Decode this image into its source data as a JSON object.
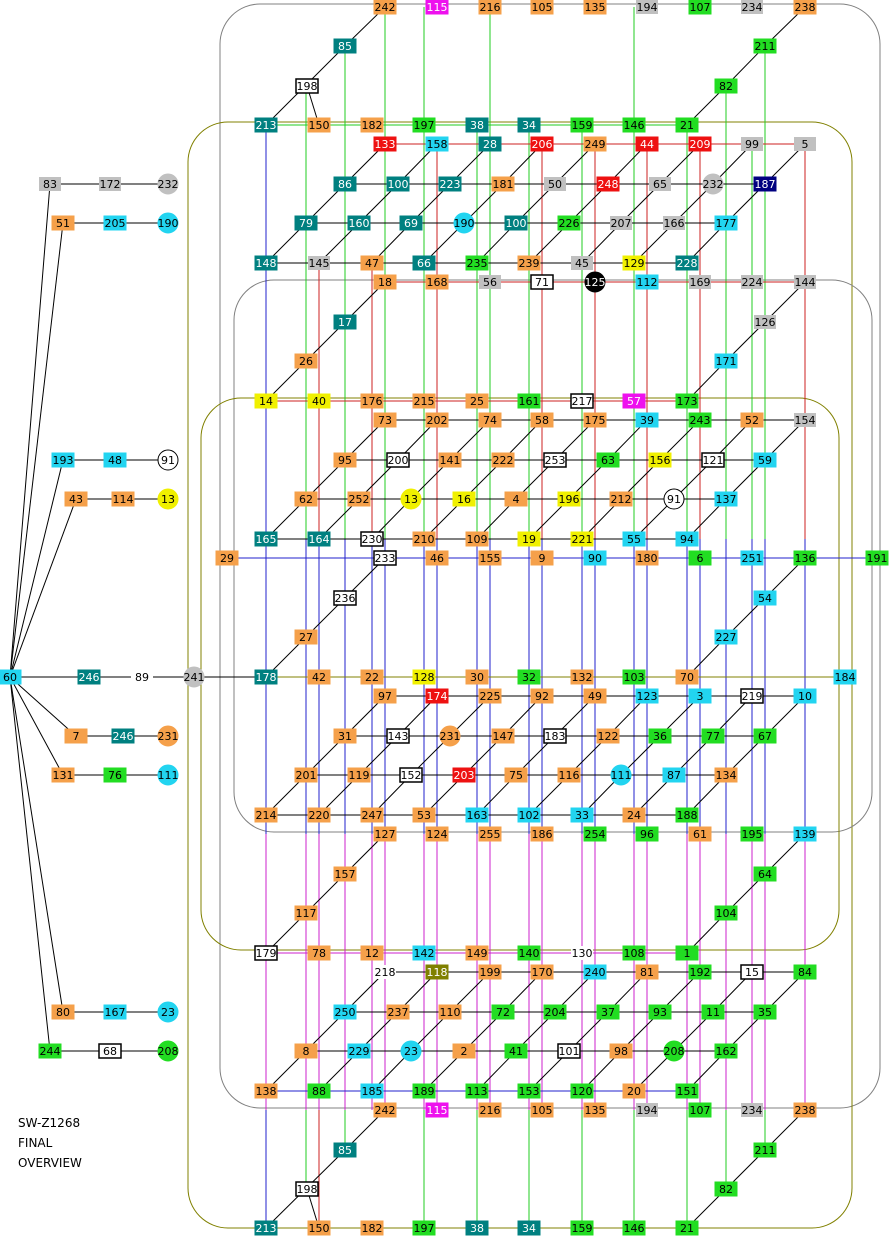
{
  "caption": [
    "SW-Z1268",
    "FINAL",
    "OVERVIEW"
  ],
  "colors": {
    "orange": "#f5a04a",
    "teal": "#008080",
    "green": "#22dd22",
    "cyan": "#22d4f0",
    "gray": "#c0c0c0",
    "red": "#ee1111",
    "magenta": "#ee11ee",
    "yellow": "#f0f000",
    "navy": "#000080",
    "olive": "#808000",
    "black": "#000000",
    "white": "#ffffff",
    "line_red": "#cc2222",
    "line_blue": "#2222cc",
    "line_green": "#22cc22",
    "line_magenta": "#cc22cc",
    "line_olive": "#808000",
    "line_black": "#000000",
    "line_gray": "#808080"
  },
  "nodes": [
    {
      "id": "242",
      "fill": "orange"
    },
    {
      "id": "115",
      "fill": "magenta"
    },
    {
      "id": "216",
      "fill": "orange"
    },
    {
      "id": "105",
      "fill": "orange"
    },
    {
      "id": "135",
      "fill": "orange"
    },
    {
      "id": "194",
      "fill": "gray"
    },
    {
      "id": "107",
      "fill": "green"
    },
    {
      "id": "234",
      "fill": "gray"
    },
    {
      "id": "238",
      "fill": "orange"
    },
    {
      "id": "85",
      "fill": "teal"
    },
    {
      "id": "211",
      "fill": "green"
    },
    {
      "id": "198",
      "fill": "white"
    },
    {
      "id": "82",
      "fill": "green"
    },
    {
      "id": "213",
      "fill": "teal"
    },
    {
      "id": "150",
      "fill": "orange"
    },
    {
      "id": "182",
      "fill": "orange"
    },
    {
      "id": "197",
      "fill": "green"
    },
    {
      "id": "38",
      "fill": "teal"
    },
    {
      "id": "34",
      "fill": "teal"
    },
    {
      "id": "159",
      "fill": "green"
    },
    {
      "id": "146",
      "fill": "green"
    },
    {
      "id": "21",
      "fill": "green"
    },
    {
      "id": "133",
      "fill": "red"
    },
    {
      "id": "158",
      "fill": "cyan"
    },
    {
      "id": "28",
      "fill": "teal"
    },
    {
      "id": "206",
      "fill": "red"
    },
    {
      "id": "249",
      "fill": "orange"
    },
    {
      "id": "44",
      "fill": "red"
    },
    {
      "id": "209",
      "fill": "red"
    },
    {
      "id": "99",
      "fill": "gray"
    },
    {
      "id": "5",
      "fill": "gray"
    },
    {
      "id": "83",
      "fill": "gray"
    },
    {
      "id": "172",
      "fill": "gray"
    },
    {
      "id": "232",
      "fill": "gray"
    },
    {
      "id": "86",
      "fill": "teal"
    },
    {
      "id": "100",
      "fill": "teal"
    },
    {
      "id": "223",
      "fill": "teal"
    },
    {
      "id": "181",
      "fill": "orange"
    },
    {
      "id": "50",
      "fill": "gray"
    },
    {
      "id": "248",
      "fill": "red"
    },
    {
      "id": "65",
      "fill": "gray"
    },
    {
      "id": "187",
      "fill": "navy"
    },
    {
      "id": "51",
      "fill": "orange"
    },
    {
      "id": "205",
      "fill": "cyan"
    },
    {
      "id": "190",
      "fill": "cyan"
    },
    {
      "id": "79",
      "fill": "teal"
    },
    {
      "id": "160",
      "fill": "teal"
    },
    {
      "id": "69",
      "fill": "teal"
    },
    {
      "id": "226",
      "fill": "green"
    },
    {
      "id": "207",
      "fill": "gray"
    },
    {
      "id": "166",
      "fill": "gray"
    },
    {
      "id": "177",
      "fill": "cyan"
    },
    {
      "id": "148",
      "fill": "teal"
    },
    {
      "id": "145",
      "fill": "gray"
    },
    {
      "id": "47",
      "fill": "orange"
    },
    {
      "id": "66",
      "fill": "teal"
    },
    {
      "id": "235",
      "fill": "green"
    },
    {
      "id": "239",
      "fill": "orange"
    },
    {
      "id": "45",
      "fill": "gray"
    },
    {
      "id": "129",
      "fill": "yellow"
    },
    {
      "id": "228",
      "fill": "teal"
    },
    {
      "id": "18",
      "fill": "orange"
    },
    {
      "id": "168",
      "fill": "orange"
    },
    {
      "id": "56",
      "fill": "gray"
    },
    {
      "id": "71",
      "fill": "white"
    },
    {
      "id": "125",
      "fill": "black"
    },
    {
      "id": "112",
      "fill": "cyan"
    },
    {
      "id": "169",
      "fill": "gray"
    },
    {
      "id": "224",
      "fill": "gray"
    },
    {
      "id": "144",
      "fill": "gray"
    },
    {
      "id": "17",
      "fill": "teal"
    },
    {
      "id": "126",
      "fill": "gray"
    },
    {
      "id": "26",
      "fill": "orange"
    },
    {
      "id": "171",
      "fill": "cyan"
    },
    {
      "id": "14",
      "fill": "yellow"
    },
    {
      "id": "40",
      "fill": "yellow"
    },
    {
      "id": "176",
      "fill": "orange"
    },
    {
      "id": "215",
      "fill": "orange"
    },
    {
      "id": "25",
      "fill": "orange"
    },
    {
      "id": "161",
      "fill": "green"
    },
    {
      "id": "217",
      "fill": "white"
    },
    {
      "id": "57",
      "fill": "magenta"
    },
    {
      "id": "173",
      "fill": "green"
    },
    {
      "id": "73",
      "fill": "orange"
    },
    {
      "id": "202",
      "fill": "orange"
    },
    {
      "id": "74",
      "fill": "orange"
    },
    {
      "id": "58",
      "fill": "orange"
    },
    {
      "id": "175",
      "fill": "orange"
    },
    {
      "id": "39",
      "fill": "cyan"
    },
    {
      "id": "243",
      "fill": "green"
    },
    {
      "id": "52",
      "fill": "orange"
    },
    {
      "id": "154",
      "fill": "gray"
    },
    {
      "id": "193",
      "fill": "cyan"
    },
    {
      "id": "48",
      "fill": "cyan"
    },
    {
      "id": "91",
      "fill": "white"
    },
    {
      "id": "95",
      "fill": "orange"
    },
    {
      "id": "200",
      "fill": "white"
    },
    {
      "id": "141",
      "fill": "orange"
    },
    {
      "id": "222",
      "fill": "orange"
    },
    {
      "id": "253",
      "fill": "white"
    },
    {
      "id": "63",
      "fill": "green"
    },
    {
      "id": "156",
      "fill": "yellow"
    },
    {
      "id": "121",
      "fill": "white"
    },
    {
      "id": "59",
      "fill": "cyan"
    },
    {
      "id": "43",
      "fill": "orange"
    },
    {
      "id": "114",
      "fill": "orange"
    },
    {
      "id": "13",
      "fill": "yellow"
    },
    {
      "id": "62",
      "fill": "orange"
    },
    {
      "id": "252",
      "fill": "orange"
    },
    {
      "id": "16",
      "fill": "yellow"
    },
    {
      "id": "4",
      "fill": "orange"
    },
    {
      "id": "196",
      "fill": "yellow"
    },
    {
      "id": "212",
      "fill": "orange"
    },
    {
      "id": "137",
      "fill": "cyan"
    },
    {
      "id": "165",
      "fill": "teal"
    },
    {
      "id": "164",
      "fill": "teal"
    },
    {
      "id": "230",
      "fill": "white"
    },
    {
      "id": "210",
      "fill": "orange"
    },
    {
      "id": "109",
      "fill": "orange"
    },
    {
      "id": "19",
      "fill": "yellow"
    },
    {
      "id": "221",
      "fill": "yellow"
    },
    {
      "id": "55",
      "fill": "cyan"
    },
    {
      "id": "94",
      "fill": "cyan"
    },
    {
      "id": "29",
      "fill": "orange"
    },
    {
      "id": "233",
      "fill": "white"
    },
    {
      "id": "46",
      "fill": "orange"
    },
    {
      "id": "155",
      "fill": "orange"
    },
    {
      "id": "9",
      "fill": "orange"
    },
    {
      "id": "90",
      "fill": "cyan"
    },
    {
      "id": "180",
      "fill": "orange"
    },
    {
      "id": "6",
      "fill": "green"
    },
    {
      "id": "251",
      "fill": "cyan"
    },
    {
      "id": "136",
      "fill": "green"
    },
    {
      "id": "191",
      "fill": "green"
    },
    {
      "id": "236",
      "fill": "white"
    },
    {
      "id": "54",
      "fill": "cyan"
    },
    {
      "id": "27",
      "fill": "orange"
    },
    {
      "id": "227",
      "fill": "cyan"
    },
    {
      "id": "60",
      "fill": "cyan"
    },
    {
      "id": "246",
      "fill": "teal"
    },
    {
      "id": "89",
      "fill": "white"
    },
    {
      "id": "241",
      "fill": "gray"
    },
    {
      "id": "178",
      "fill": "teal"
    },
    {
      "id": "42",
      "fill": "orange"
    },
    {
      "id": "22",
      "fill": "orange"
    },
    {
      "id": "128",
      "fill": "yellow"
    },
    {
      "id": "30",
      "fill": "orange"
    },
    {
      "id": "32",
      "fill": "green"
    },
    {
      "id": "132",
      "fill": "orange"
    },
    {
      "id": "103",
      "fill": "green"
    },
    {
      "id": "70",
      "fill": "orange"
    },
    {
      "id": "184",
      "fill": "cyan"
    },
    {
      "id": "97",
      "fill": "orange"
    },
    {
      "id": "174",
      "fill": "red"
    },
    {
      "id": "225",
      "fill": "orange"
    },
    {
      "id": "92",
      "fill": "orange"
    },
    {
      "id": "49",
      "fill": "orange"
    },
    {
      "id": "123",
      "fill": "cyan"
    },
    {
      "id": "3",
      "fill": "cyan"
    },
    {
      "id": "219",
      "fill": "white"
    },
    {
      "id": "10",
      "fill": "cyan"
    },
    {
      "id": "7",
      "fill": "orange"
    },
    {
      "id": "231",
      "fill": "orange"
    },
    {
      "id": "31",
      "fill": "orange"
    },
    {
      "id": "143",
      "fill": "white"
    },
    {
      "id": "147",
      "fill": "orange"
    },
    {
      "id": "183",
      "fill": "white"
    },
    {
      "id": "122",
      "fill": "orange"
    },
    {
      "id": "36",
      "fill": "green"
    },
    {
      "id": "77",
      "fill": "green"
    },
    {
      "id": "67",
      "fill": "green"
    },
    {
      "id": "131",
      "fill": "orange"
    },
    {
      "id": "76",
      "fill": "green"
    },
    {
      "id": "111",
      "fill": "cyan"
    },
    {
      "id": "201",
      "fill": "orange"
    },
    {
      "id": "119",
      "fill": "orange"
    },
    {
      "id": "152",
      "fill": "white"
    },
    {
      "id": "203",
      "fill": "red"
    },
    {
      "id": "75",
      "fill": "orange"
    },
    {
      "id": "116",
      "fill": "orange"
    },
    {
      "id": "87",
      "fill": "cyan"
    },
    {
      "id": "134",
      "fill": "orange"
    },
    {
      "id": "214",
      "fill": "orange"
    },
    {
      "id": "220",
      "fill": "orange"
    },
    {
      "id": "247",
      "fill": "orange"
    },
    {
      "id": "53",
      "fill": "orange"
    },
    {
      "id": "163",
      "fill": "cyan"
    },
    {
      "id": "102",
      "fill": "cyan"
    },
    {
      "id": "33",
      "fill": "cyan"
    },
    {
      "id": "24",
      "fill": "orange"
    },
    {
      "id": "188",
      "fill": "green"
    },
    {
      "id": "127",
      "fill": "orange"
    },
    {
      "id": "124",
      "fill": "orange"
    },
    {
      "id": "255",
      "fill": "orange"
    },
    {
      "id": "186",
      "fill": "orange"
    },
    {
      "id": "254",
      "fill": "green"
    },
    {
      "id": "96",
      "fill": "green"
    },
    {
      "id": "61",
      "fill": "orange"
    },
    {
      "id": "195",
      "fill": "green"
    },
    {
      "id": "139",
      "fill": "cyan"
    },
    {
      "id": "157",
      "fill": "orange"
    },
    {
      "id": "64",
      "fill": "green"
    },
    {
      "id": "117",
      "fill": "orange"
    },
    {
      "id": "104",
      "fill": "green"
    },
    {
      "id": "179",
      "fill": "white"
    },
    {
      "id": "78",
      "fill": "orange"
    },
    {
      "id": "12",
      "fill": "orange"
    },
    {
      "id": "142",
      "fill": "cyan"
    },
    {
      "id": "149",
      "fill": "orange"
    },
    {
      "id": "140",
      "fill": "green"
    },
    {
      "id": "130",
      "fill": "white"
    },
    {
      "id": "108",
      "fill": "green"
    },
    {
      "id": "1",
      "fill": "green"
    },
    {
      "id": "218",
      "fill": "white"
    },
    {
      "id": "118",
      "fill": "olive"
    },
    {
      "id": "199",
      "fill": "orange"
    },
    {
      "id": "170",
      "fill": "orange"
    },
    {
      "id": "240",
      "fill": "cyan"
    },
    {
      "id": "81",
      "fill": "orange"
    },
    {
      "id": "192",
      "fill": "green"
    },
    {
      "id": "15",
      "fill": "white"
    },
    {
      "id": "84",
      "fill": "green"
    },
    {
      "id": "80",
      "fill": "orange"
    },
    {
      "id": "167",
      "fill": "cyan"
    },
    {
      "id": "23",
      "fill": "cyan"
    },
    {
      "id": "250",
      "fill": "cyan"
    },
    {
      "id": "237",
      "fill": "orange"
    },
    {
      "id": "110",
      "fill": "orange"
    },
    {
      "id": "72",
      "fill": "green"
    },
    {
      "id": "204",
      "fill": "green"
    },
    {
      "id": "37",
      "fill": "green"
    },
    {
      "id": "93",
      "fill": "green"
    },
    {
      "id": "11",
      "fill": "green"
    },
    {
      "id": "35",
      "fill": "green"
    },
    {
      "id": "244",
      "fill": "green"
    },
    {
      "id": "68",
      "fill": "white"
    },
    {
      "id": "208",
      "fill": "green"
    },
    {
      "id": "8",
      "fill": "orange"
    },
    {
      "id": "229",
      "fill": "cyan"
    },
    {
      "id": "2",
      "fill": "orange"
    },
    {
      "id": "41",
      "fill": "green"
    },
    {
      "id": "101",
      "fill": "white"
    },
    {
      "id": "98",
      "fill": "orange"
    },
    {
      "id": "162",
      "fill": "green"
    },
    {
      "id": "138",
      "fill": "orange"
    },
    {
      "id": "88",
      "fill": "green"
    },
    {
      "id": "185",
      "fill": "cyan"
    },
    {
      "id": "189",
      "fill": "green"
    },
    {
      "id": "113",
      "fill": "green"
    },
    {
      "id": "153",
      "fill": "green"
    },
    {
      "id": "120",
      "fill": "green"
    },
    {
      "id": "20",
      "fill": "orange"
    },
    {
      "id": "151",
      "fill": "green"
    }
  ]
}
